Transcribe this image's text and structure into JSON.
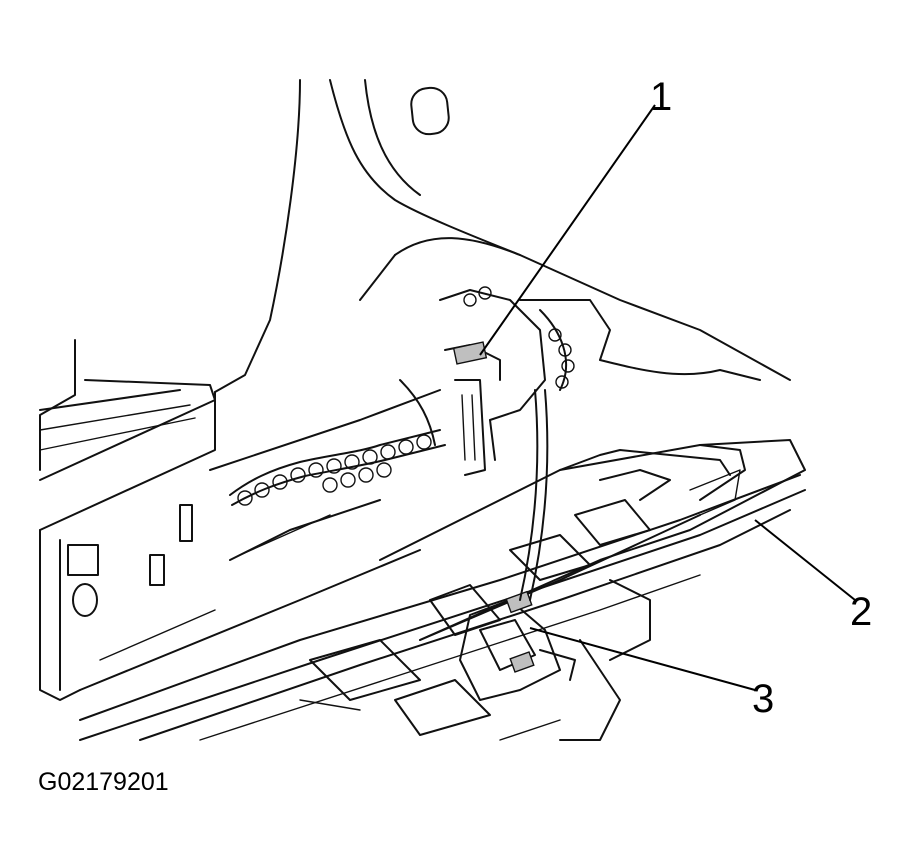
{
  "figure": {
    "id_label": "G02179201"
  },
  "callouts": [
    {
      "number": "1"
    },
    {
      "number": "2"
    },
    {
      "number": "3"
    }
  ]
}
